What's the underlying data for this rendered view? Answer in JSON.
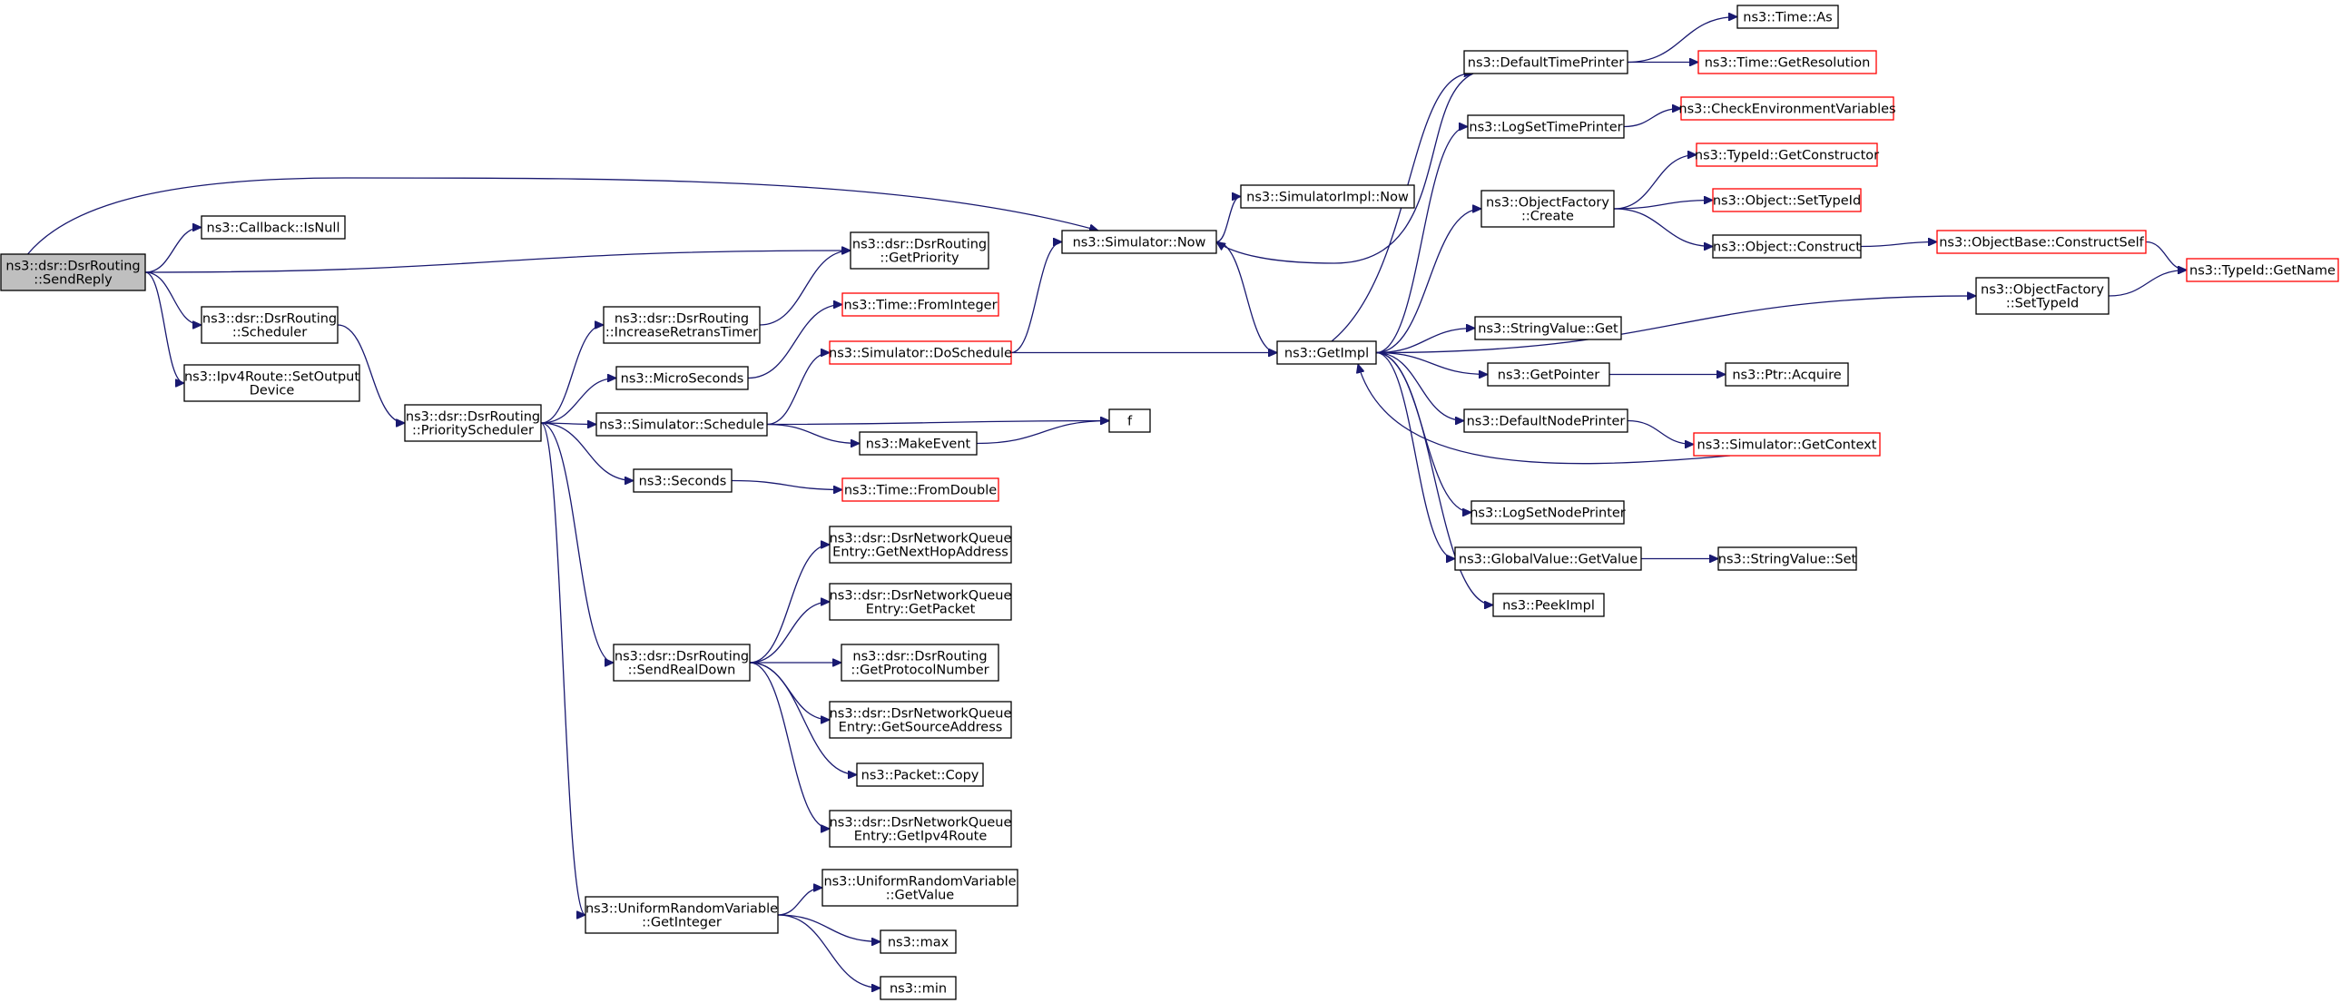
{
  "diagram": {
    "type": "call-graph",
    "colors": {
      "edge": "#191970",
      "node_border": "#000000",
      "truncated_border": "#ff0000",
      "root_fill": "#bfbfbf",
      "node_fill": "#ffffff"
    },
    "nodes": [
      {
        "id": "sendreply",
        "lines": [
          "ns3::dsr::DsrRouting",
          "::SendReply"
        ],
        "root": true
      },
      {
        "id": "isnull",
        "lines": [
          "ns3::Callback::IsNull"
        ]
      },
      {
        "id": "scheduler",
        "lines": [
          "ns3::dsr::DsrRouting",
          "::Scheduler"
        ]
      },
      {
        "id": "setoutput",
        "lines": [
          "ns3::Ipv4Route::SetOutput",
          "Device"
        ]
      },
      {
        "id": "getpriority",
        "lines": [
          "ns3::dsr::DsrRouting",
          "::GetPriority"
        ]
      },
      {
        "id": "prioritysched",
        "lines": [
          "ns3::dsr::DsrRouting",
          "::PriorityScheduler"
        ]
      },
      {
        "id": "incretrans",
        "lines": [
          "ns3::dsr::DsrRouting",
          "::IncreaseRetransTimer"
        ]
      },
      {
        "id": "microseconds",
        "lines": [
          "ns3::MicroSeconds"
        ]
      },
      {
        "id": "schedule",
        "lines": [
          "ns3::Simulator::Schedule"
        ]
      },
      {
        "id": "seconds",
        "lines": [
          "ns3::Seconds"
        ]
      },
      {
        "id": "sendrealdown",
        "lines": [
          "ns3::dsr::DsrRouting",
          "::SendRealDown"
        ]
      },
      {
        "id": "getinteger",
        "lines": [
          "ns3::UniformRandomVariable",
          "::GetInteger"
        ]
      },
      {
        "id": "frominteger",
        "lines": [
          "ns3::Time::FromInteger"
        ],
        "truncated": true
      },
      {
        "id": "doschedule",
        "lines": [
          "ns3::Simulator::DoSchedule"
        ],
        "truncated": true
      },
      {
        "id": "makeevent",
        "lines": [
          "ns3::MakeEvent"
        ]
      },
      {
        "id": "fromdouble",
        "lines": [
          "ns3::Time::FromDouble"
        ],
        "truncated": true
      },
      {
        "id": "nexthop",
        "lines": [
          "ns3::dsr::DsrNetworkQueue",
          "Entry::GetNextHopAddress"
        ]
      },
      {
        "id": "getpacket",
        "lines": [
          "ns3::dsr::DsrNetworkQueue",
          "Entry::GetPacket"
        ]
      },
      {
        "id": "protonum",
        "lines": [
          "ns3::dsr::DsrRouting",
          "::GetProtocolNumber"
        ]
      },
      {
        "id": "srcaddr",
        "lines": [
          "ns3::dsr::DsrNetworkQueue",
          "Entry::GetSourceAddress"
        ]
      },
      {
        "id": "pktcopy",
        "lines": [
          "ns3::Packet::Copy"
        ]
      },
      {
        "id": "getipv4route",
        "lines": [
          "ns3::dsr::DsrNetworkQueue",
          "Entry::GetIpv4Route"
        ]
      },
      {
        "id": "urvgetvalue",
        "lines": [
          "ns3::UniformRandomVariable",
          "::GetValue"
        ]
      },
      {
        "id": "max",
        "lines": [
          "ns3::max"
        ]
      },
      {
        "id": "min",
        "lines": [
          "ns3::min"
        ]
      },
      {
        "id": "simnow",
        "lines": [
          "ns3::Simulator::Now"
        ]
      },
      {
        "id": "f",
        "lines": [
          "f"
        ]
      },
      {
        "id": "simimplnow",
        "lines": [
          "ns3::SimulatorImpl::Now"
        ]
      },
      {
        "id": "getimpl",
        "lines": [
          "ns3::GetImpl"
        ]
      },
      {
        "id": "deftimeprinter",
        "lines": [
          "ns3::DefaultTimePrinter"
        ]
      },
      {
        "id": "logsettimeprinter",
        "lines": [
          "ns3::LogSetTimePrinter"
        ]
      },
      {
        "id": "ofcreate",
        "lines": [
          "ns3::ObjectFactory",
          "::Create"
        ]
      },
      {
        "id": "strvalget",
        "lines": [
          "ns3::StringValue::Get"
        ]
      },
      {
        "id": "getpointer",
        "lines": [
          "ns3::GetPointer"
        ]
      },
      {
        "id": "defnodeprinter",
        "lines": [
          "ns3::DefaultNodePrinter"
        ]
      },
      {
        "id": "logsetnodeprinter",
        "lines": [
          "ns3::LogSetNodePrinter"
        ]
      },
      {
        "id": "gvgetvalue",
        "lines": [
          "ns3::GlobalValue::GetValue"
        ]
      },
      {
        "id": "peekimpl",
        "lines": [
          "ns3::PeekImpl"
        ]
      },
      {
        "id": "timeas",
        "lines": [
          "ns3::Time::As"
        ]
      },
      {
        "id": "getresolution",
        "lines": [
          "ns3::Time::GetResolution"
        ],
        "truncated": true
      },
      {
        "id": "checkenv",
        "lines": [
          "ns3::CheckEnvironmentVariables"
        ],
        "truncated": true
      },
      {
        "id": "getconstructor",
        "lines": [
          "ns3::TypeId::GetConstructor"
        ],
        "truncated": true
      },
      {
        "id": "settypeid",
        "lines": [
          "ns3::Object::SetTypeId"
        ],
        "truncated": true
      },
      {
        "id": "objconstruct",
        "lines": [
          "ns3::Object::Construct"
        ]
      },
      {
        "id": "ofsettypeid",
        "lines": [
          "ns3::ObjectFactory",
          "::SetTypeId"
        ]
      },
      {
        "id": "ptracquire",
        "lines": [
          "ns3::Ptr::Acquire"
        ]
      },
      {
        "id": "getcontext",
        "lines": [
          "ns3::Simulator::GetContext"
        ],
        "truncated": true
      },
      {
        "id": "strvalset",
        "lines": [
          "ns3::StringValue::Set"
        ]
      },
      {
        "id": "constructself",
        "lines": [
          "ns3::ObjectBase::ConstructSelf"
        ],
        "truncated": true
      },
      {
        "id": "getname",
        "lines": [
          "ns3::TypeId::GetName"
        ],
        "truncated": true
      }
    ],
    "edges": [
      [
        "sendreply",
        "isnull"
      ],
      [
        "sendreply",
        "simnow"
      ],
      [
        "sendreply",
        "getpriority"
      ],
      [
        "sendreply",
        "scheduler"
      ],
      [
        "sendreply",
        "setoutput"
      ],
      [
        "scheduler",
        "prioritysched"
      ],
      [
        "prioritysched",
        "incretrans"
      ],
      [
        "prioritysched",
        "microseconds"
      ],
      [
        "prioritysched",
        "schedule"
      ],
      [
        "prioritysched",
        "seconds"
      ],
      [
        "prioritysched",
        "sendrealdown"
      ],
      [
        "prioritysched",
        "getinteger"
      ],
      [
        "incretrans",
        "getpriority"
      ],
      [
        "microseconds",
        "frominteger"
      ],
      [
        "schedule",
        "doschedule"
      ],
      [
        "schedule",
        "f"
      ],
      [
        "schedule",
        "makeevent"
      ],
      [
        "seconds",
        "fromdouble"
      ],
      [
        "makeevent",
        "f"
      ],
      [
        "doschedule",
        "simnow"
      ],
      [
        "doschedule",
        "getimpl"
      ],
      [
        "simnow",
        "simimplnow"
      ],
      [
        "simnow",
        "getimpl"
      ],
      [
        "sendrealdown",
        "nexthop"
      ],
      [
        "sendrealdown",
        "getpacket"
      ],
      [
        "sendrealdown",
        "protonum"
      ],
      [
        "sendrealdown",
        "srcaddr"
      ],
      [
        "sendrealdown",
        "pktcopy"
      ],
      [
        "sendrealdown",
        "getipv4route"
      ],
      [
        "getinteger",
        "urvgetvalue"
      ],
      [
        "getinteger",
        "max"
      ],
      [
        "getinteger",
        "min"
      ],
      [
        "getimpl",
        "deftimeprinter"
      ],
      [
        "getimpl",
        "logsettimeprinter"
      ],
      [
        "getimpl",
        "ofcreate"
      ],
      [
        "getimpl",
        "ofsettypeid"
      ],
      [
        "getimpl",
        "strvalget"
      ],
      [
        "getimpl",
        "getpointer"
      ],
      [
        "getimpl",
        "defnodeprinter"
      ],
      [
        "getimpl",
        "logsetnodeprinter"
      ],
      [
        "getimpl",
        "gvgetvalue"
      ],
      [
        "getimpl",
        "peekimpl"
      ],
      [
        "deftimeprinter",
        "timeas"
      ],
      [
        "deftimeprinter",
        "getresolution"
      ],
      [
        "deftimeprinter",
        "simnow"
      ],
      [
        "logsettimeprinter",
        "checkenv"
      ],
      [
        "ofcreate",
        "getconstructor"
      ],
      [
        "ofcreate",
        "settypeid"
      ],
      [
        "ofcreate",
        "objconstruct"
      ],
      [
        "objconstruct",
        "constructself"
      ],
      [
        "constructself",
        "getname"
      ],
      [
        "ofsettypeid",
        "getname"
      ],
      [
        "getpointer",
        "ptracquire"
      ],
      [
        "defnodeprinter",
        "getcontext"
      ],
      [
        "getcontext",
        "getimpl"
      ],
      [
        "gvgetvalue",
        "strvalset"
      ]
    ]
  }
}
